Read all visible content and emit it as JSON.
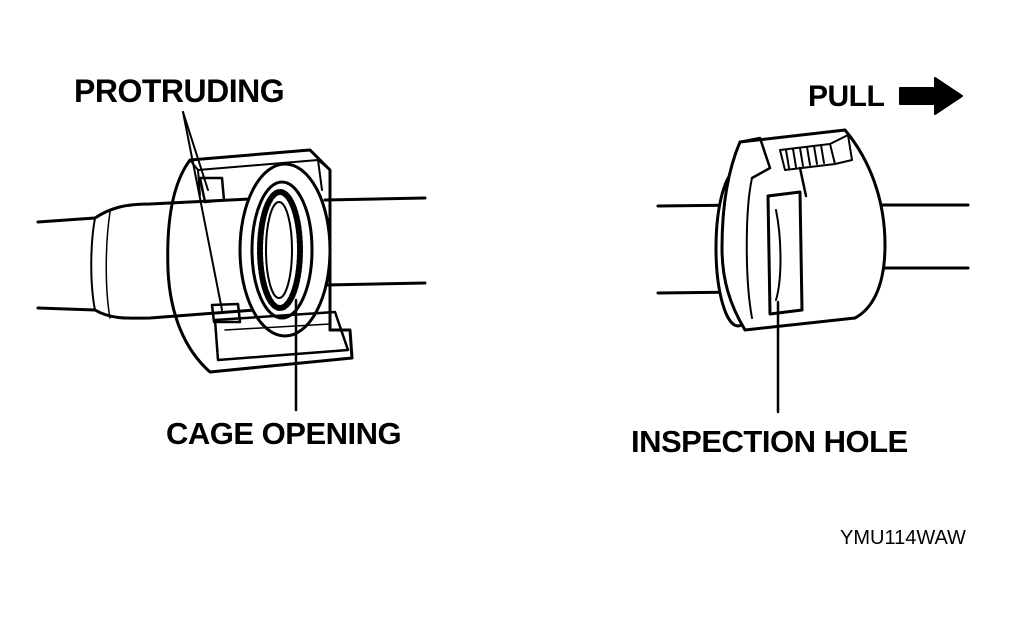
{
  "labels": {
    "protruding": "PROTRUDING",
    "cage_opening": "CAGE OPENING",
    "pull": "PULL",
    "inspection_hole": "INSPECTION HOLE",
    "figure_code": "YMU114WAW"
  },
  "icons": {
    "pull_direction": "right-arrow-icon"
  },
  "colors": {
    "ink": "#000000",
    "paper": "#ffffff"
  }
}
